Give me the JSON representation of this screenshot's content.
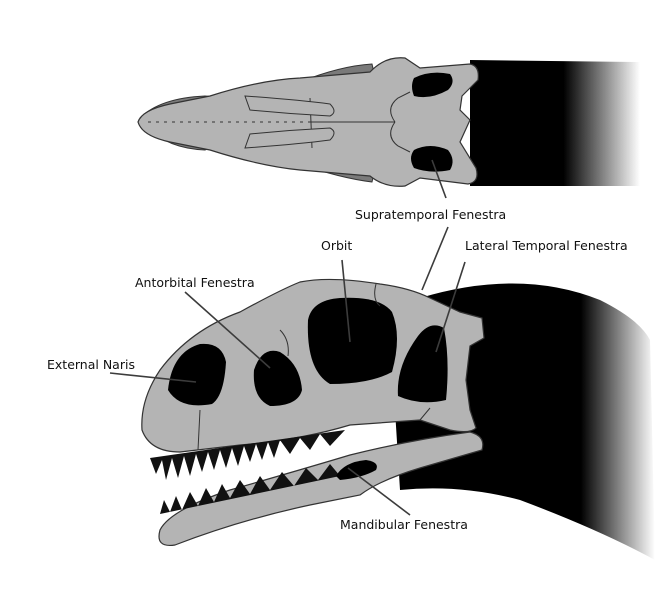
{
  "diagram": {
    "subject": "Theropod dinosaur skull, dorsal and lateral views",
    "colors": {
      "bone": "#b4b4b4",
      "bone_dark": "#7a7a7a",
      "opening": "#000000",
      "outline": "#333333",
      "leader": "#3c3c3c",
      "background": "#ffffff"
    },
    "labels": [
      {
        "id": "supratemporal",
        "text": "Supratemporal Fenestra"
      },
      {
        "id": "orbit",
        "text": "Orbit"
      },
      {
        "id": "lateral-temporal",
        "text": "Lateral Temporal Fenestra"
      },
      {
        "id": "antorbital",
        "text": "Antorbital Fenestra"
      },
      {
        "id": "external-naris",
        "text": "External Naris"
      },
      {
        "id": "mandibular",
        "text": "Mandibular Fenestra"
      }
    ]
  }
}
